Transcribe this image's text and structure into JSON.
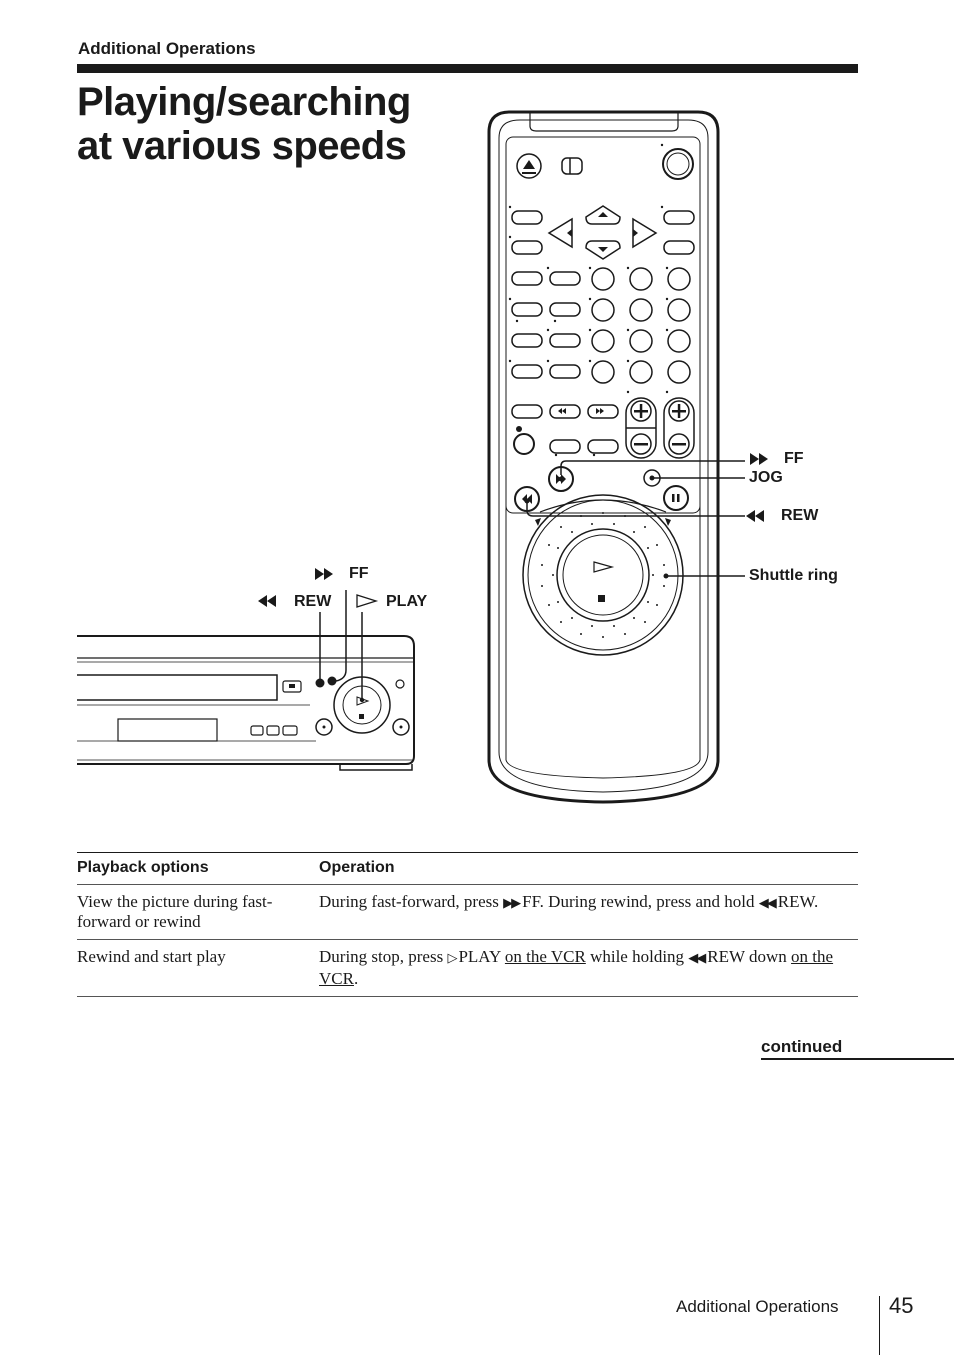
{
  "header": {
    "section": "Additional Operations"
  },
  "title": {
    "line1": "Playing/searching",
    "line2": "at various speeds"
  },
  "callouts": {
    "remote_ff": "FF",
    "remote_jog": "JOG",
    "remote_rew": "REW",
    "remote_shuttle": "Shuttle ring",
    "vcr_ff": "FF",
    "vcr_rew": "REW",
    "vcr_play": "PLAY"
  },
  "table": {
    "col1": "Playback options",
    "col2": "Operation",
    "rows": [
      {
        "option": "View the picture during fast-forward or rewind",
        "op_a": "During fast-forward, press",
        "op_b": "FF.  During rewind, press and hold",
        "op_c": "REW."
      },
      {
        "option": "Rewind and start play",
        "op_a": "During stop, press",
        "op_b": "PLAY",
        "op_c": "on the VCR",
        "op_d": "while holding",
        "op_e": "REW",
        "op_f": "down",
        "op_g": "on the VCR",
        "op_h": "."
      }
    ]
  },
  "continued": "continued",
  "footer": {
    "section": "Additional Operations",
    "page": "45"
  }
}
